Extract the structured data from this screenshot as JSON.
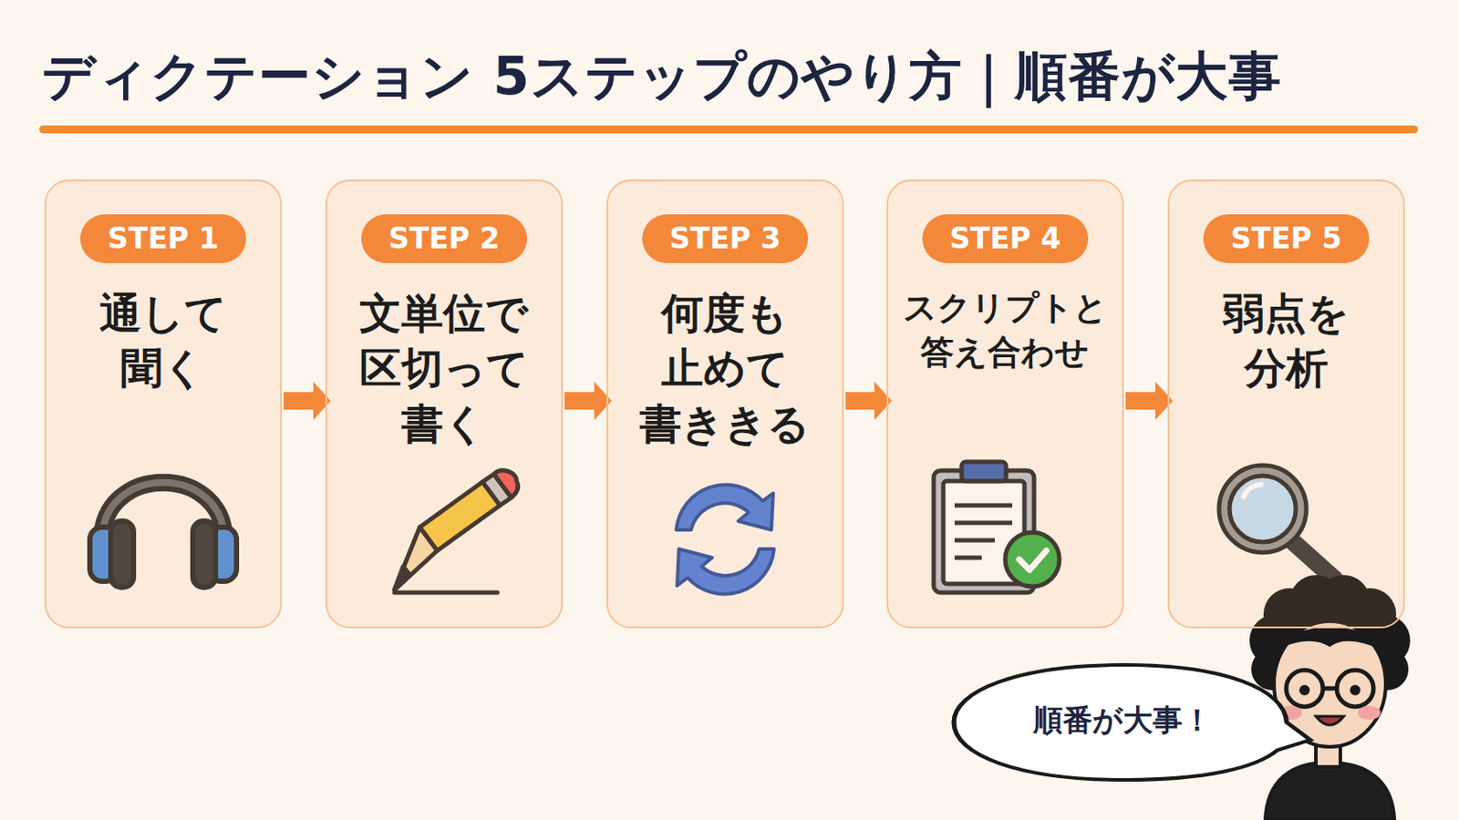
{
  "diagram": {
    "title": "ディクテーション 5ステップのやり方｜順番が大事",
    "nodes": [
      {
        "text": [
          "STEP 1",
          "通して 聞く"
        ]
      },
      {
        "text": [
          "STEP 2",
          "文単位で 区切って 書く"
        ]
      },
      {
        "text": [
          "STEP 3",
          "何度も 止めて 書ききる"
        ]
      },
      {
        "text": [
          "STEP 4",
          "スクリプトと 答え合わせ"
        ]
      },
      {
        "text": [
          "STEP 5",
          "弱点を 分析"
        ]
      },
      {
        "text": [
          "順番が大事！"
        ]
      }
    ],
    "edges": [
      {
        "from": 0,
        "to": 1,
        "arrow": "to"
      },
      {
        "from": 1,
        "to": 2,
        "arrow": "to"
      },
      {
        "from": 2,
        "to": 3,
        "arrow": "to"
      },
      {
        "from": 3,
        "to": 4,
        "arrow": "to"
      }
    ]
  }
}
